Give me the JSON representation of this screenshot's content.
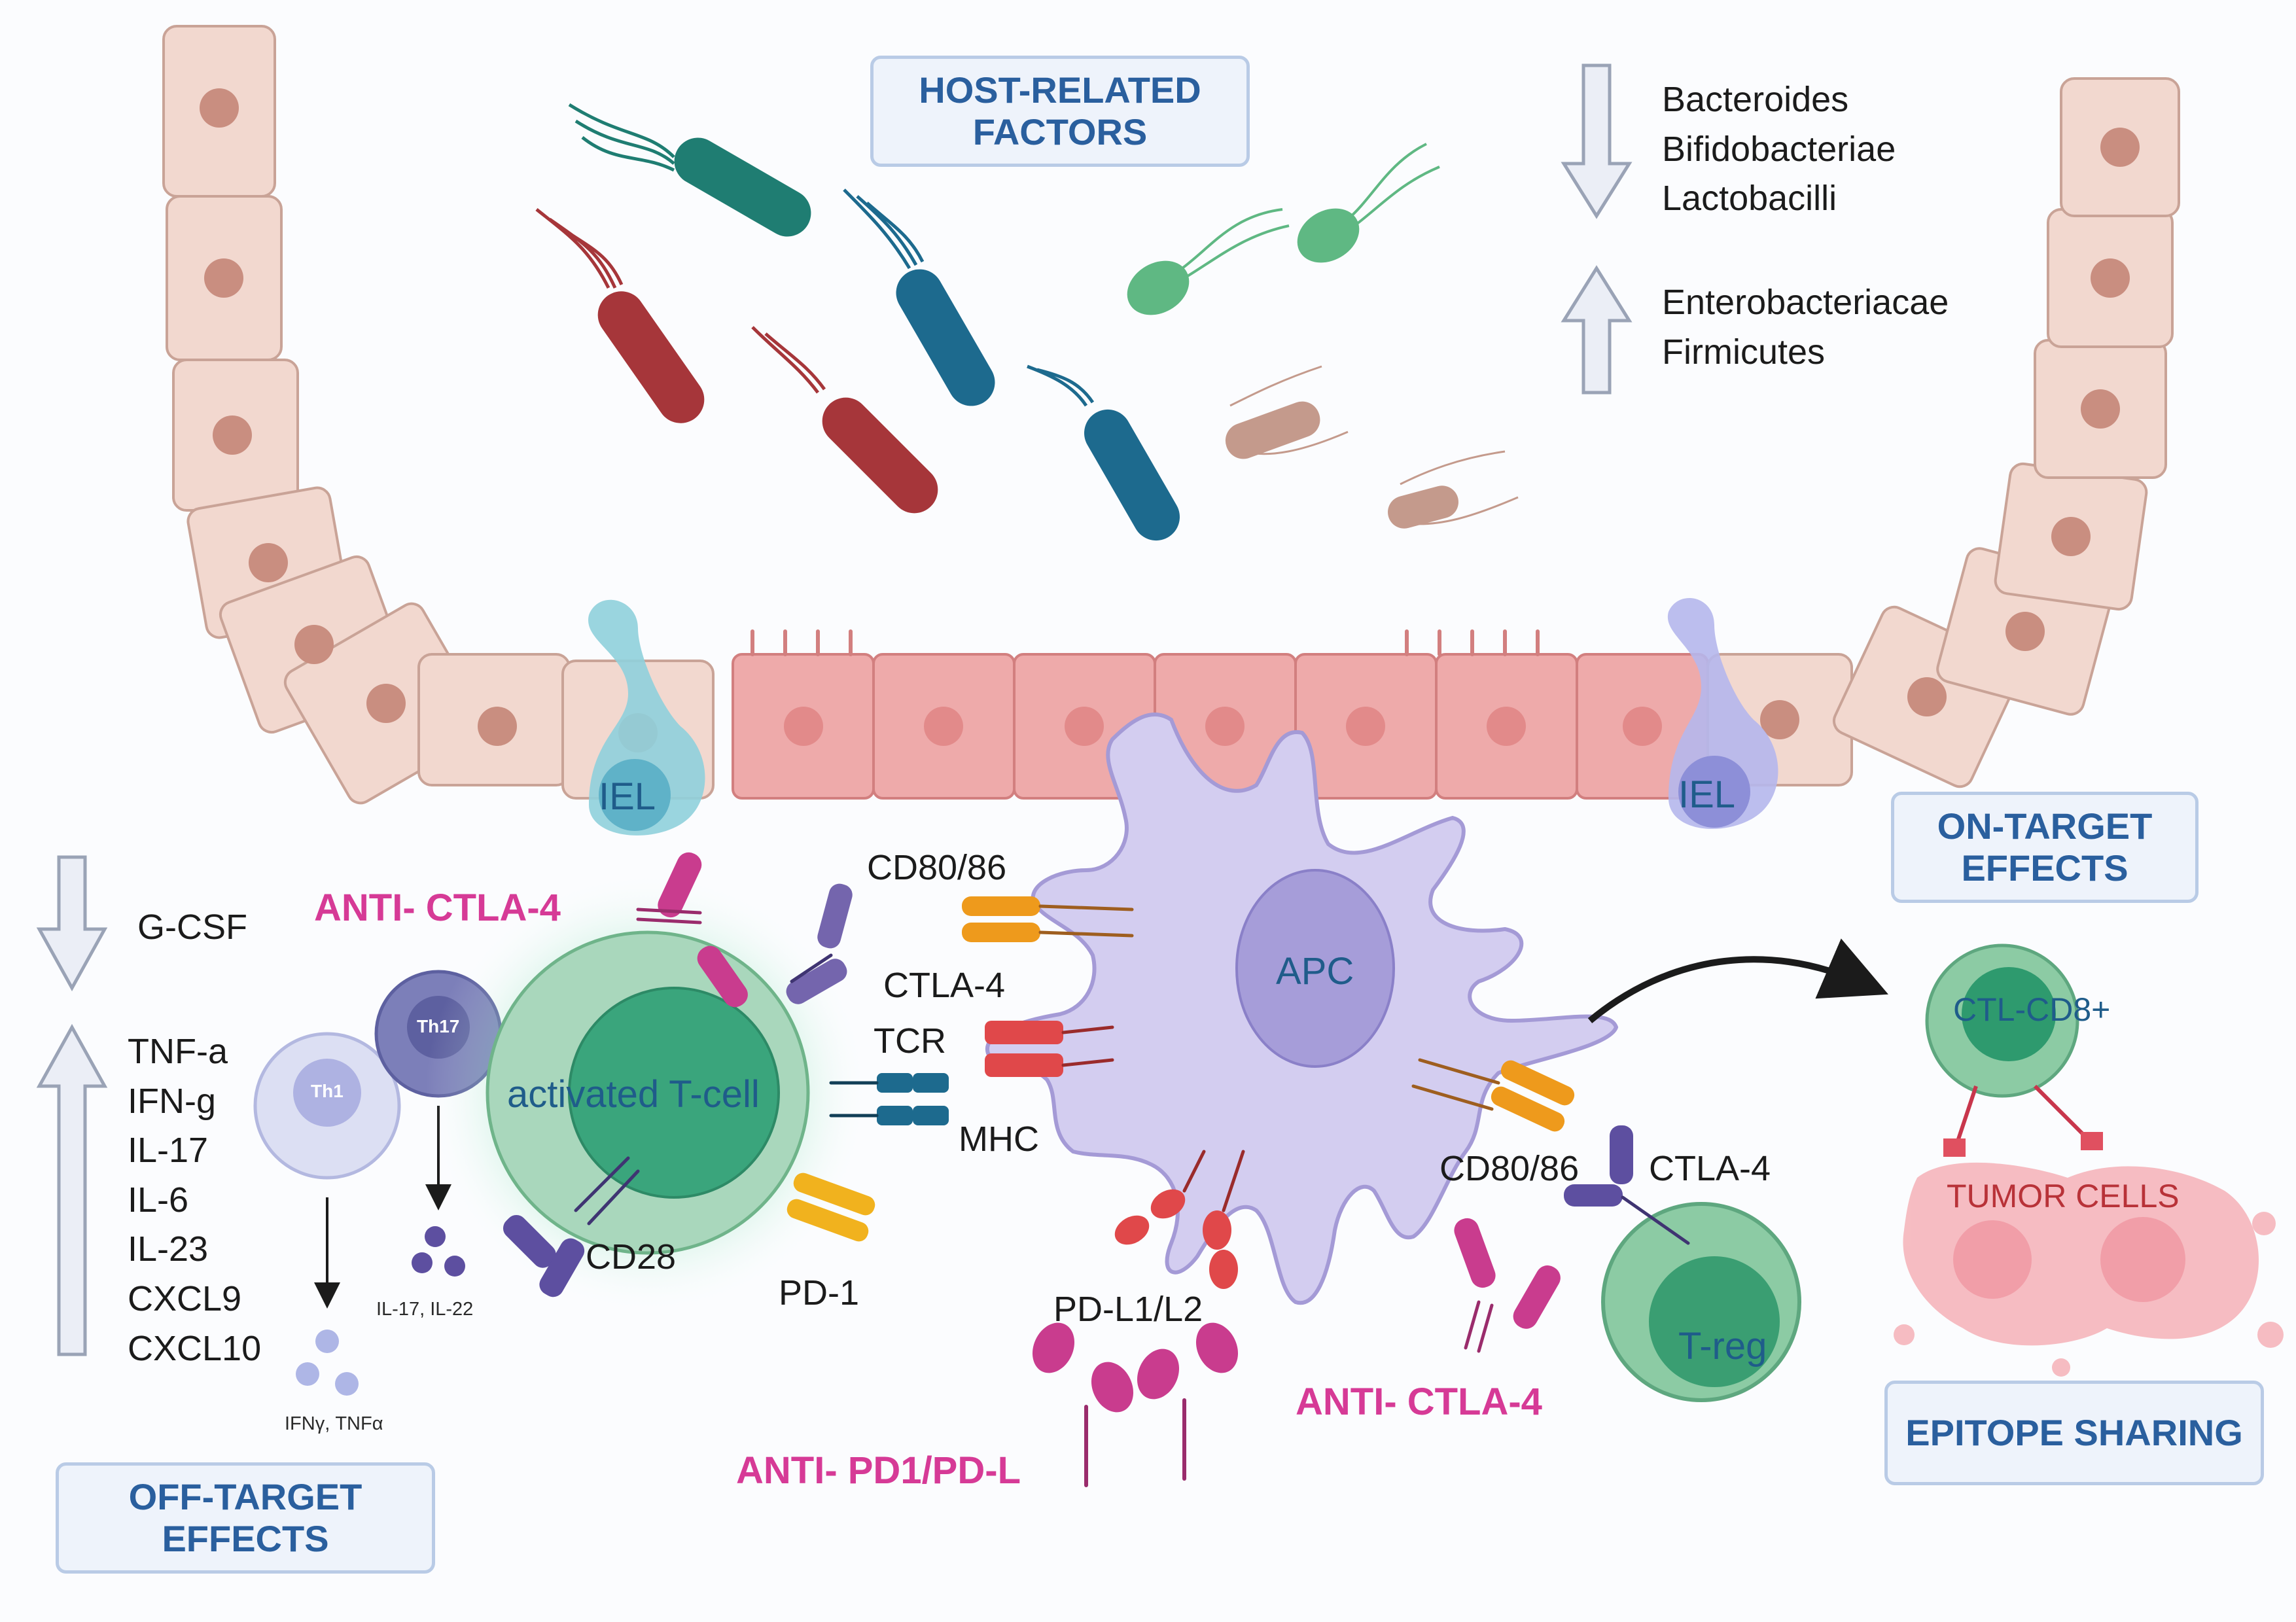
{
  "host_factors": {
    "title_line1": "HOST-RELATED",
    "title_line2": "FACTORS"
  },
  "decreased_bacteria": [
    "Bacteroides",
    "Bifidobacteriae",
    "Lactobacilli"
  ],
  "increased_bacteria": [
    "Enterobacteriacae",
    "Firmicutes"
  ],
  "iel_left": "IEL",
  "iel_right": "IEL",
  "on_target": {
    "line1": "ON-TARGET",
    "line2": "EFFECTS"
  },
  "off_target": {
    "line1": "OFF-TARGET",
    "line2": "EFFECTS"
  },
  "epitope_sharing": "EPITOPE SHARING",
  "decreased_cytokines": [
    "G-CSF"
  ],
  "increased_cytokines": [
    "TNF-a",
    "IFN-g",
    "IL-17",
    "IL-6",
    "IL-23",
    "CXCL9",
    "CXCL10"
  ],
  "th1": "Th1",
  "th17": "Th17",
  "th1_products": "IFNγ, TNFα",
  "th17_products": "IL-17, IL-22",
  "activated_tcell": "activated T-cell",
  "apc": "APC",
  "treg": "T-reg",
  "ctl": "CTL-CD8+",
  "tumor_cells": "TUMOR CELLS",
  "anti_ctla4_left": "ANTI- CTLA-4",
  "anti_ctla4_right": "ANTI- CTLA-4",
  "anti_pd1": "ANTI- PD1/PD-L",
  "cd80_86_top": "CD80/86",
  "cd80_86_right": "CD80/86",
  "ctla4_top": "CTLA-4",
  "ctla4_right": "CTLA-4",
  "tcr": "TCR",
  "mhc": "MHC",
  "cd28": "CD28",
  "pd1": "PD-1",
  "pdl1_l2": "PD-L1/L2",
  "colors": {
    "epithelium": "#f2d8cf",
    "epithelium_red": "#eeaaaa",
    "nucleus": "#c98e80",
    "apc": "#d3cdf0",
    "tcell": "#7cc49a",
    "drug": "#d63a96",
    "box_text": "#2a5f9e"
  }
}
